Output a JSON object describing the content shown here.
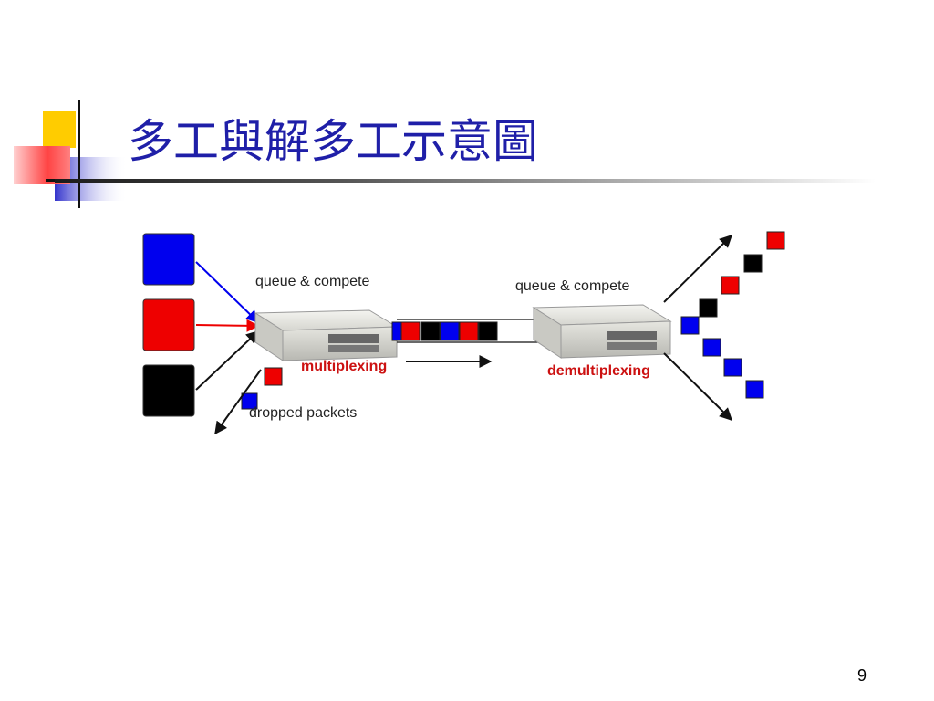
{
  "slide": {
    "title": "多工與解多工示意圖",
    "page_number": "9"
  },
  "diagram": {
    "left_label": "queue & compete",
    "right_label": "queue & compete",
    "mux_label": "multiplexing",
    "demux_label": "demultiplexing",
    "dropped_label": "dropped packets",
    "sources": [
      "blue",
      "red",
      "black"
    ],
    "link_packets": [
      "blue",
      "red",
      "black",
      "blue",
      "red",
      "black"
    ],
    "output_packets_up": [
      "red",
      "black",
      "red",
      "black",
      "blue"
    ],
    "output_packets_down": [
      "blue",
      "blue",
      "blue"
    ],
    "dropped_packets": [
      "red",
      "blue"
    ]
  },
  "colors": {
    "title": "#1f1fa8",
    "blue": "#0000ee",
    "red": "#ee0000",
    "black": "#000000",
    "label_red": "#cc1111"
  }
}
